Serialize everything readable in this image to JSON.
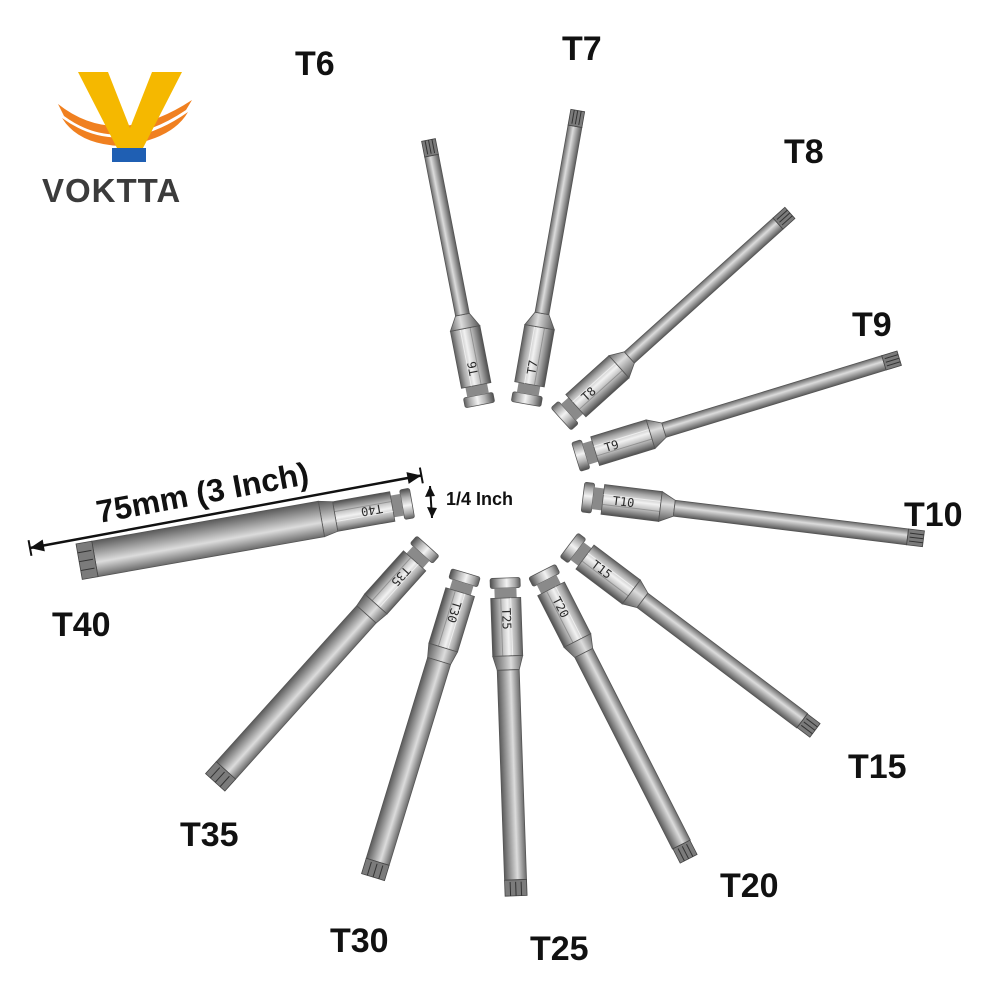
{
  "brand": {
    "name": "VOKTTA",
    "colors": {
      "orange": "#f08020",
      "yellow": "#f5b800",
      "blue": "#1f5fb3",
      "text": "#3b3b3b"
    }
  },
  "dimensions": {
    "length_label": "75mm (3 Inch)",
    "hex_label": "1/4 Inch"
  },
  "bits": [
    {
      "id": "t6",
      "label": "T6",
      "stamp": "T6"
    },
    {
      "id": "t7",
      "label": "T7",
      "stamp": "T7"
    },
    {
      "id": "t8",
      "label": "T8",
      "stamp": "T8"
    },
    {
      "id": "t9",
      "label": "T9",
      "stamp": "T9"
    },
    {
      "id": "t10",
      "label": "T10",
      "stamp": "T10"
    },
    {
      "id": "t15",
      "label": "T15",
      "stamp": "T15"
    },
    {
      "id": "t20",
      "label": "T20",
      "stamp": "T20"
    },
    {
      "id": "t25",
      "label": "T25",
      "stamp": "T25"
    },
    {
      "id": "t30",
      "label": "T30",
      "stamp": "T30"
    },
    {
      "id": "t35",
      "label": "T35",
      "stamp": "T35"
    },
    {
      "id": "t40",
      "label": "T40",
      "stamp": "T40"
    }
  ],
  "colors": {
    "steel_light": "#e6e6e6",
    "steel_mid": "#a8a8a8",
    "steel_dark": "#5e5e5e",
    "label": "#111111"
  }
}
